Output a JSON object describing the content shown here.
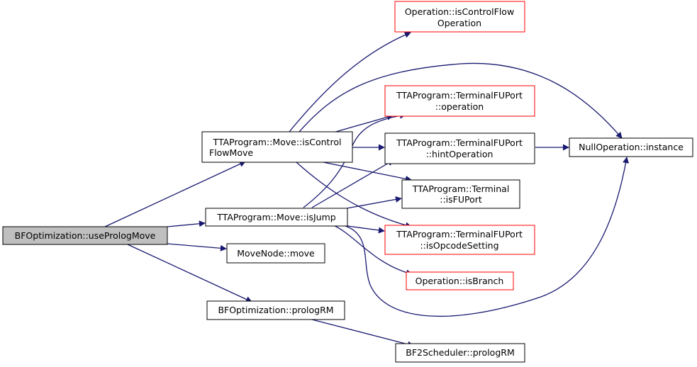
{
  "colors": {
    "edge": "#191970",
    "arrowhead": "#191970",
    "node_border_default": "#000000",
    "node_border_external": "#ff0000",
    "root_fill": "#bfbfbf",
    "node_fill": "#ffffff"
  },
  "nodes": {
    "use_prolog_move": {
      "lines": [
        "BFOptimization::usePrologMove"
      ],
      "kind": "root"
    },
    "is_control_flow_move": {
      "lines": [
        "TTAProgram::Move::isControl",
        "FlowMove"
      ],
      "kind": "default"
    },
    "is_jump": {
      "lines": [
        "TTAProgram::Move::isJump"
      ],
      "kind": "default"
    },
    "movenode_move": {
      "lines": [
        "MoveNode::move"
      ],
      "kind": "default"
    },
    "prolog_rm": {
      "lines": [
        "BFOptimization::prologRM"
      ],
      "kind": "default"
    },
    "is_control_flow_operation": {
      "lines": [
        "Operation::isControlFlow",
        "Operation"
      ],
      "kind": "external"
    },
    "terminal_fuport_operation": {
      "lines": [
        "TTAProgram::TerminalFUPort",
        "::operation"
      ],
      "kind": "external"
    },
    "terminal_fuport_hint_operation": {
      "lines": [
        "TTAProgram::TerminalFUPort",
        "::hintOperation"
      ],
      "kind": "default"
    },
    "terminal_is_fuport": {
      "lines": [
        "TTAProgram::Terminal",
        "::isFUPort"
      ],
      "kind": "default"
    },
    "terminal_fuport_is_opcode_setting": {
      "lines": [
        "TTAProgram::TerminalFUPort",
        "::isOpcodeSetting"
      ],
      "kind": "external"
    },
    "operation_is_branch": {
      "lines": [
        "Operation::isBranch"
      ],
      "kind": "external"
    },
    "null_operation_instance": {
      "lines": [
        "NullOperation::instance"
      ],
      "kind": "default"
    },
    "bf2scheduler_prolog_rm": {
      "lines": [
        "BF2Scheduler::prologRM"
      ],
      "kind": "default"
    }
  },
  "edges": [
    {
      "from": "use_prolog_move",
      "to": "is_control_flow_move"
    },
    {
      "from": "use_prolog_move",
      "to": "is_jump"
    },
    {
      "from": "use_prolog_move",
      "to": "movenode_move"
    },
    {
      "from": "use_prolog_move",
      "to": "prolog_rm"
    },
    {
      "from": "is_control_flow_move",
      "to": "is_control_flow_operation"
    },
    {
      "from": "is_control_flow_move",
      "to": "null_operation_instance"
    },
    {
      "from": "is_control_flow_move",
      "to": "terminal_fuport_operation"
    },
    {
      "from": "is_control_flow_move",
      "to": "terminal_fuport_hint_operation"
    },
    {
      "from": "is_control_flow_move",
      "to": "terminal_is_fuport"
    },
    {
      "from": "is_control_flow_move",
      "to": "terminal_fuport_is_opcode_setting"
    },
    {
      "from": "is_jump",
      "to": "terminal_fuport_operation"
    },
    {
      "from": "is_jump",
      "to": "terminal_fuport_hint_operation"
    },
    {
      "from": "is_jump",
      "to": "terminal_is_fuport"
    },
    {
      "from": "is_jump",
      "to": "terminal_fuport_is_opcode_setting"
    },
    {
      "from": "is_jump",
      "to": "operation_is_branch"
    },
    {
      "from": "is_jump",
      "to": "null_operation_instance"
    },
    {
      "from": "terminal_fuport_hint_operation",
      "to": "null_operation_instance"
    },
    {
      "from": "prolog_rm",
      "to": "bf2scheduler_prolog_rm"
    }
  ]
}
